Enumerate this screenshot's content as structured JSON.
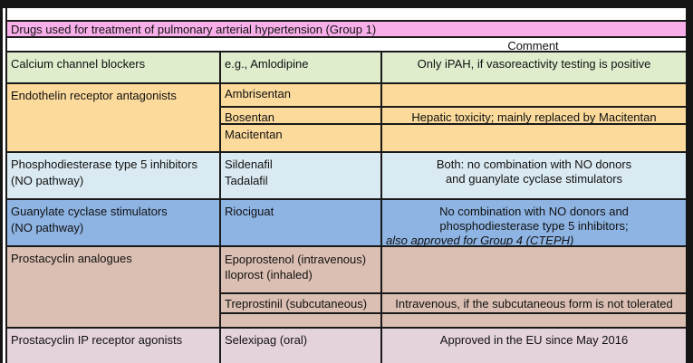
{
  "frame": {
    "border_color": "#151515",
    "background": "#ffffff"
  },
  "table": {
    "title": "Drugs used for treatment of pulmonary arterial hypertension (Group 1)",
    "comment_header": "Comment",
    "colors": {
      "title_bg": "#F8AEE9",
      "green": "#DFEDCD",
      "orange": "#FBDA9C",
      "light_blue": "#DAEAF2",
      "blue": "#8EB4E3",
      "rose": "#DBBFB2",
      "mauve": "#E4D2DC"
    },
    "sections": {
      "calcium": {
        "label": "Calcium channel blockers",
        "drug": "e.g., Amlodipine",
        "comment": "Only iPAH, if vasoreactivity testing is positive"
      },
      "endothelin": {
        "label": "Endothelin receptor antagonists",
        "drug1": "Ambrisentan",
        "comment1": "",
        "drug2": "Bosentan",
        "comment2": "Hepatic toxicity; mainly replaced by Macitentan",
        "drug3": "Macitentan",
        "comment3": ""
      },
      "pde5": {
        "label1": "Phosphodiesterase type 5 inhibitors",
        "label2": "(NO pathway)",
        "drug1": "Sildenafil",
        "drug2": "Tadalafil",
        "comment1": "Both: no combination with NO donors",
        "comment2": "and guanylate cyclase stimulators"
      },
      "guanylate": {
        "label1": "Guanylate cyclase stimulators",
        "label2": "(NO pathway)",
        "drug": "Riociguat",
        "comment1": "No combination with NO donors and",
        "comment2": "phosphodiesterase type 5 inhibitors;",
        "comment_italic": "also approved for Group 4 (CTEPH)"
      },
      "prostacyclin_analogues": {
        "label": "Prostacyclin analogues",
        "drug1a": "Epoprostenol (intravenous)",
        "drug1b": "Iloprost (inhaled)",
        "comment1": "",
        "drug2": "Treprostinil (subcutaneous)",
        "comment2": "Intravenous, if the subcutaneous form is not tolerated",
        "comment3": ""
      },
      "ip_agonists": {
        "label": "Prostacyclin IP receptor agonists",
        "drug": "Selexipag (oral)",
        "comment": "Approved in the EU since May 2016"
      }
    }
  }
}
